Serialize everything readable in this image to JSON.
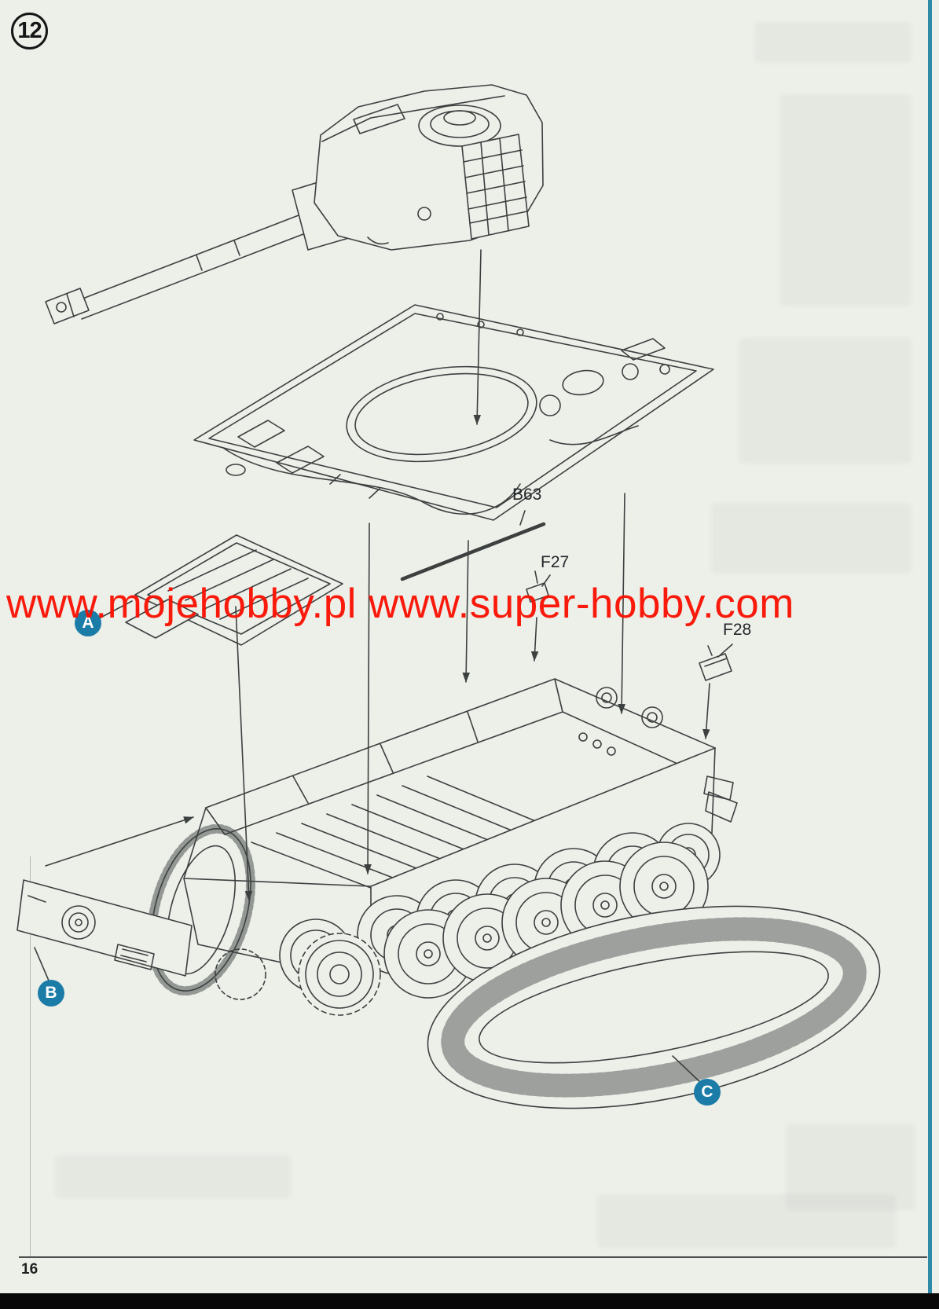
{
  "page": {
    "step_number": "12",
    "page_number": "16",
    "watermark_text": "www.mojehobby.pl www.super-hobby.com"
  },
  "part_labels": {
    "b63": "B63",
    "f27": "F27",
    "f28": "F28"
  },
  "assembly_badges": {
    "a": "A",
    "b": "B",
    "c": "C"
  },
  "colors": {
    "paper_background": "#edefe9",
    "line_art": "#3c4140",
    "badge_teal": "#1b7ca8",
    "watermark_red": "#fa0f00",
    "edge_strip_teal": "#2e8aa6",
    "footer_bar_black": "#080808"
  }
}
